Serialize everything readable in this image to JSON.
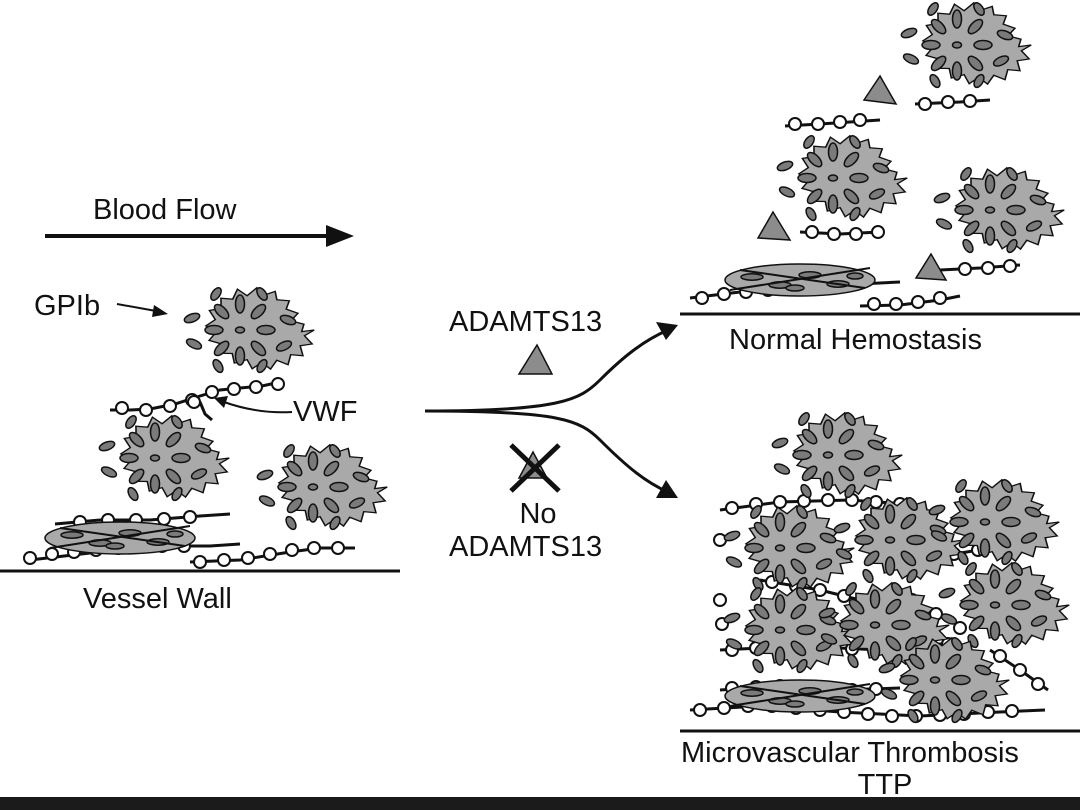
{
  "labels": {
    "blood_flow": "Blood Flow",
    "gpib": "GPIb",
    "vwf": "VWF",
    "vessel_wall": "Vessel Wall",
    "adamts13": "ADAMTS13",
    "no": "No",
    "no_adamts13": "ADAMTS13",
    "normal_hemostasis": "Normal Hemostasis",
    "microvascular_thrombosis": "Microvascular Thrombosis",
    "ttp": "TTP"
  },
  "colors": {
    "platelet_fill": "#a9a9a9",
    "granule_fill": "#7a7a7a",
    "adamts13_fill": "#8c8c8c",
    "line": "#111111",
    "background": "#ffffff"
  }
}
